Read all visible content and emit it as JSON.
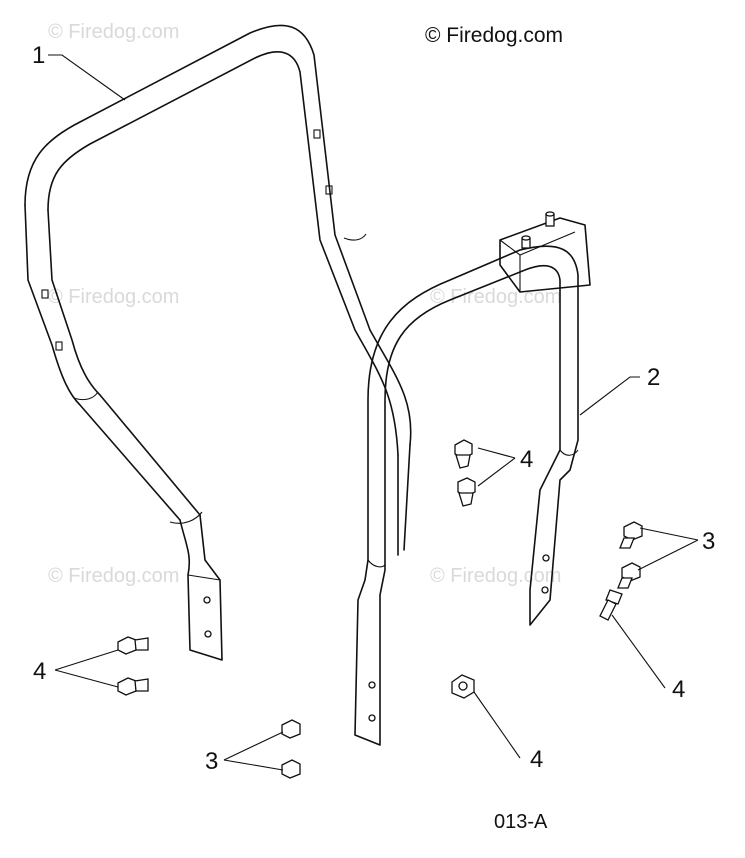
{
  "copyright": "© Firedog.com",
  "watermark": "© Firedog.com",
  "figure_code": "013-A",
  "callouts": {
    "c1": "1",
    "c2": "2",
    "c3_right": "3",
    "c3_bottom": "3",
    "c4_left": "4",
    "c4_center": "4",
    "c4_right": "4",
    "c4_bottom": "4"
  }
}
